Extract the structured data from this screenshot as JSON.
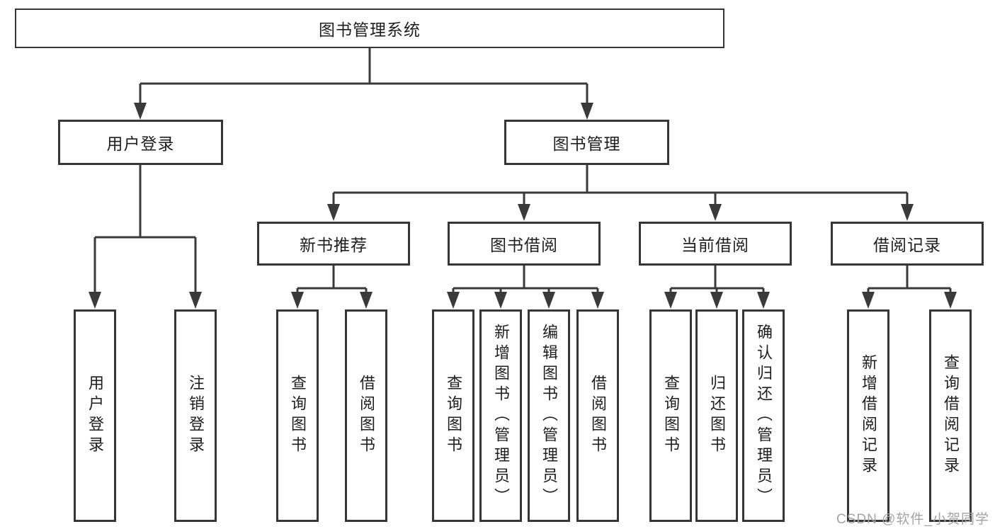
{
  "diagram": {
    "root": "图书管理系统",
    "level2": [
      "用户登录",
      "图书管理"
    ],
    "level3": [
      "新书推荐",
      "图书借阅",
      "当前借阅",
      "借阅记录"
    ],
    "leaves_user_login": [
      "用户登录",
      "注销登录"
    ],
    "leaves_new_book": [
      "查询图书",
      "借阅图书"
    ],
    "leaves_book_borrow": [
      "查询图书",
      "新增图书（管理员）",
      "编辑图书（管理员）",
      "借阅图书"
    ],
    "leaves_current_borrow": [
      "查询图书",
      "归还图书",
      "确认归还（管理员）"
    ],
    "leaves_borrow_records": [
      "新增借阅记录",
      "查询借阅记录"
    ]
  },
  "watermark": "CSDN @软件_小贺同学",
  "colors": {
    "line": "#3a3a3a",
    "border": "#363636",
    "text": "#1e1e1e",
    "watermark": "#a3a3a3",
    "background": "#ffffff"
  }
}
